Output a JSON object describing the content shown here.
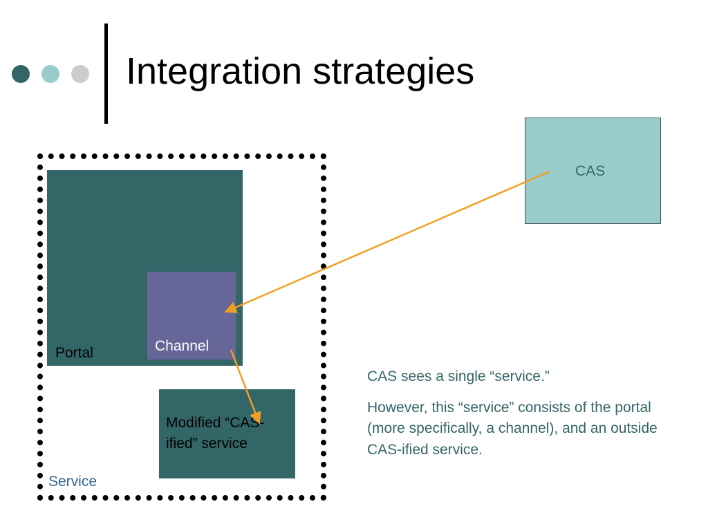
{
  "slide": {
    "title": "Integration strategies"
  },
  "colors": {
    "dot_dark": "#336666",
    "dot_medium": "#99CCCC",
    "dot_light": "#CCCCCC",
    "portal": "#336666",
    "channel": "#666699",
    "modified_service": "#336666",
    "cas": "#99CCCC",
    "arrow": "#F0A020",
    "service_label": "#336699",
    "note_text": "#336666"
  },
  "diagram": {
    "portal_label": "Portal",
    "channel_label": "Channel",
    "modified_service_label": "Modified “CAS-ified” service",
    "cas_label": "CAS",
    "service_label": "Service"
  },
  "notes": [
    "CAS sees a single “service.”",
    "However, this “service” consists of the portal (more specifically, a channel), and an outside CAS-ified service."
  ]
}
